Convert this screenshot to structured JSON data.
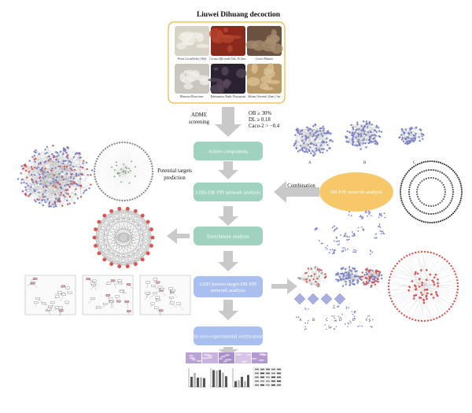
{
  "title": "Liuwei Dihuang decoction",
  "herbs": [
    {
      "name": "Poria Cocos(Schw.) Wolf",
      "color": "#d9d4c8",
      "accent": "#f2efe8"
    },
    {
      "name": "Cornus Officinalis Sieb. Et Zucc.",
      "color": "#8a2a1c",
      "accent": "#b8452f"
    },
    {
      "name": "Cortex Moutan",
      "color": "#6b5240",
      "accent": "#a88f70"
    },
    {
      "name": "Rhizoma Dioscoreae",
      "color": "#c9c6bf",
      "accent": "#f0eee9"
    },
    {
      "name": "Rehmanniae Radix Praeparata",
      "color": "#2a2230",
      "accent": "#5a4a5e"
    },
    {
      "name": "Alisma Orientale (Sam.) Juz.",
      "color": "#b89866",
      "accent": "#dcc39a"
    }
  ],
  "screening": {
    "label_lines": [
      "ADME",
      "screening"
    ],
    "criteria": [
      "OB ≥ 30%",
      "DL ≥ 0.18",
      "Caco-2 > −0.4"
    ]
  },
  "steps": [
    {
      "label_lines": [
        "Active components"
      ],
      "color": "#9fd3bf"
    },
    {
      "label_lines": [
        "LDD-DR PPI network analysis"
      ],
      "color": "#9fd3bf"
    },
    {
      "label_lines": [
        "Enrichment analysis"
      ],
      "color": "#9fd3bf"
    },
    {
      "label_lines": [
        "LDD known target-DR PPI",
        "network analysis"
      ],
      "color": "#a9bff0"
    },
    {
      "label_lines": [
        "In vivo experimental verification"
      ],
      "color": "#a9bff0"
    }
  ],
  "prediction_label": [
    "Potential targets",
    "prediction"
  ],
  "combination_label": "Combination",
  "dr_ellipse": {
    "label": "DR PPI network analysis",
    "color": "#f6c86a"
  },
  "network_letters": [
    "A",
    "B",
    "C"
  ],
  "bottom_letters": [
    "A",
    "B",
    "C",
    "D",
    "E",
    "F"
  ],
  "colors": {
    "herb_frame": "#f0b43c",
    "arrow": "#c9c9c9",
    "node_blue": "#7c83c9",
    "node_red": "#d9534f",
    "edge": "#9a9a9a"
  }
}
